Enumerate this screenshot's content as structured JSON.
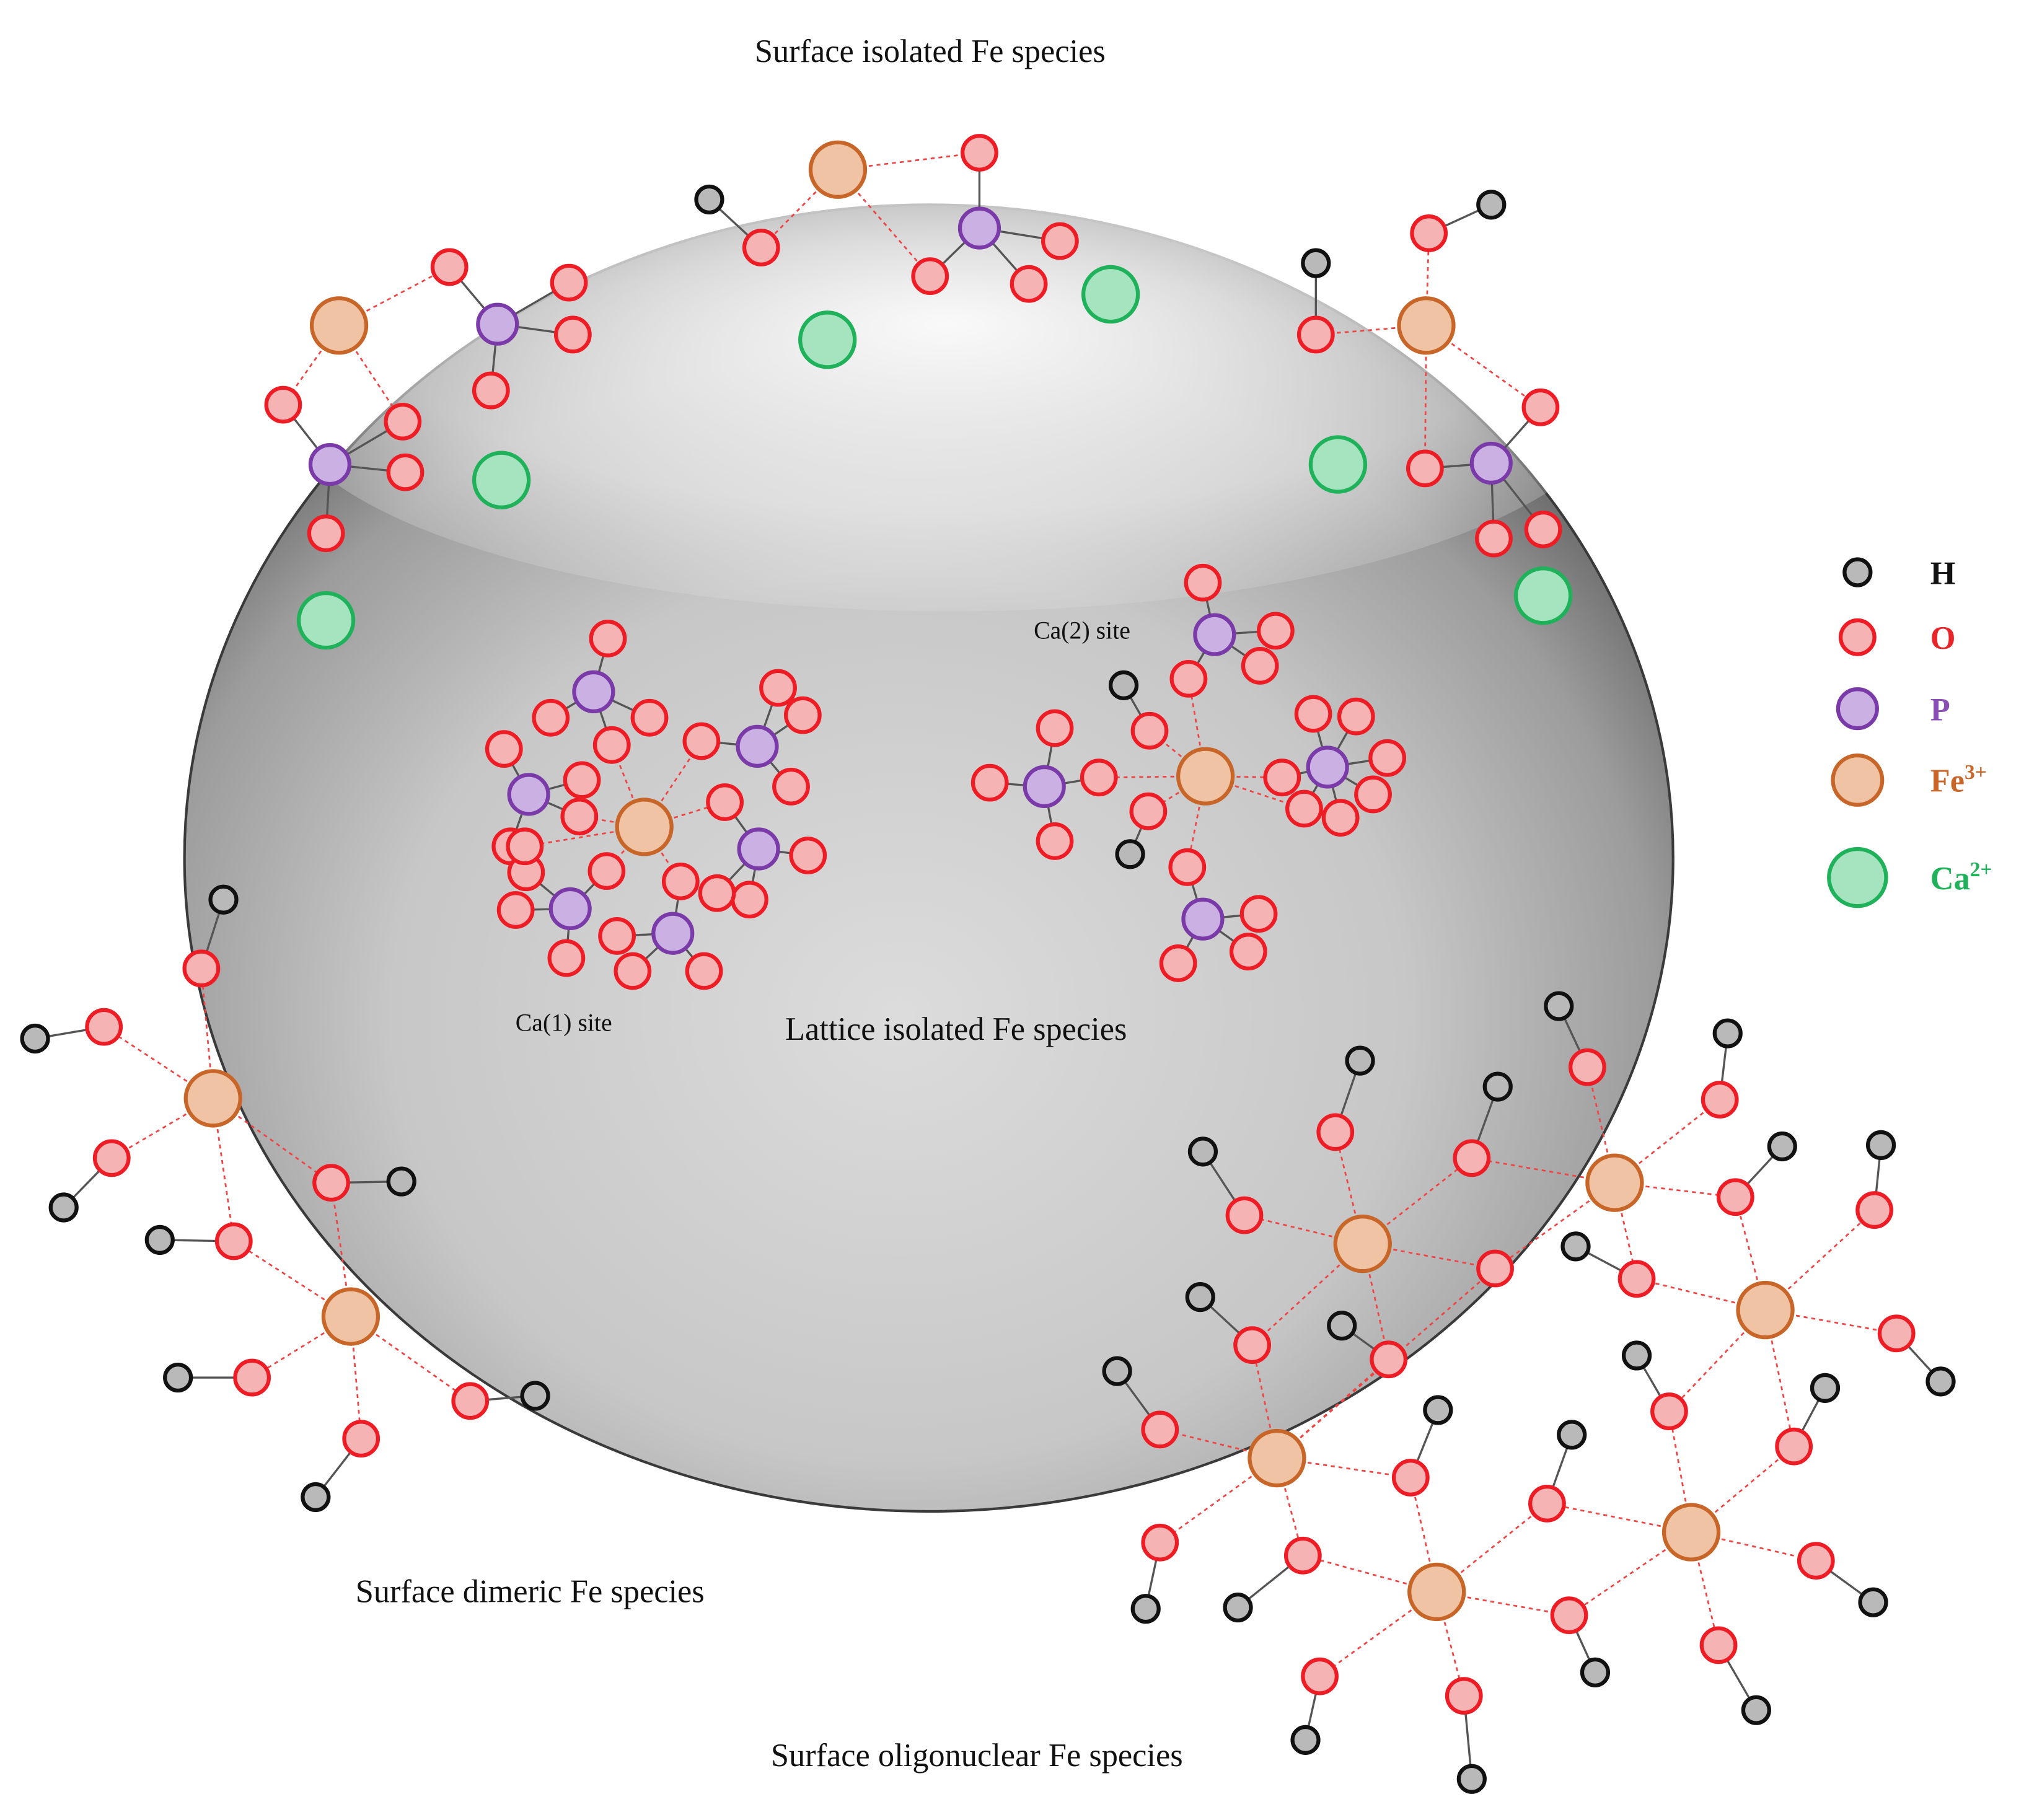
{
  "titles": {
    "surface_isolated": "Surface isolated Fe species",
    "lattice_isolated": "Lattice isolated Fe species",
    "surface_dimeric": "Surface dimeric Fe species",
    "surface_oligonuclear": "Surface oligonuclear Fe species"
  },
  "site_labels": {
    "ca1": "Ca(1) site",
    "ca2": "Ca(2) site"
  },
  "legend": [
    {
      "symbol": "H",
      "superscript": "",
      "atom": "H",
      "text_color": "#111111"
    },
    {
      "symbol": "O",
      "superscript": "",
      "atom": "O",
      "text_color": "#e8262a"
    },
    {
      "symbol": "P",
      "superscript": "",
      "atom": "P",
      "text_color": "#8a4fb5"
    },
    {
      "symbol": "Fe",
      "superscript": "3+",
      "atom": "Fe",
      "text_color": "#c8662a"
    },
    {
      "symbol": "Ca",
      "superscript": "2+",
      "atom": "Ca",
      "text_color": "#1fb25a"
    }
  ],
  "colors": {
    "H": {
      "fill": "#b9b9b9",
      "stroke": "#111111"
    },
    "O": {
      "fill": "#f6b3b3",
      "stroke": "#ee1c24"
    },
    "P": {
      "fill": "#cbb0e4",
      "stroke": "#7a3aa8"
    },
    "Fe": {
      "fill": "#efc3a3",
      "stroke": "#c8662a"
    },
    "Ca": {
      "fill": "#a6e3bf",
      "stroke": "#1fb25a"
    },
    "bond_solid": "#555555",
    "bond_dashed": "#ee4444"
  }
}
